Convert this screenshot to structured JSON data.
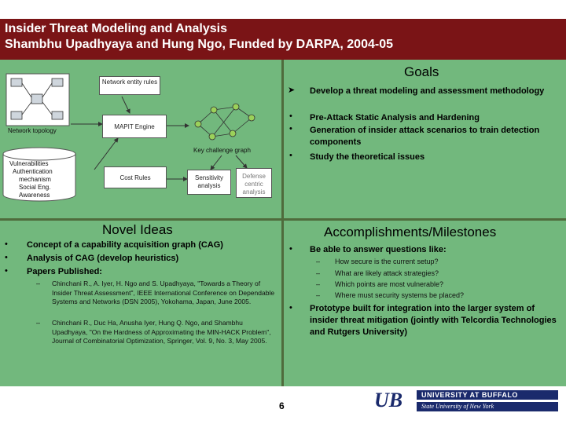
{
  "title": {
    "line1": "Insider Threat Modeling and Analysis",
    "line2": "Shambhu Upadhyaya and Hung Ngo, Funded by DARPA, 2004-05"
  },
  "diagram": {
    "network_entity_rules": "Network entity rules",
    "network_topology": "Network topology",
    "mapit_engine": "MAPIT Engine",
    "key_challenge_graph": "Key challenge graph",
    "vulnerabilities": [
      "Vulnerabilities",
      "Authentication",
      "mechanism",
      "Social Eng.",
      "Awareness"
    ],
    "cost_rules": "Cost Rules",
    "sensitivity_analysis": "Sensitivity analysis",
    "defense_centric_analysis": "Defense centric analysis"
  },
  "goals": {
    "heading": "Goals",
    "items": [
      "Develop a threat modeling and assessment methodology",
      "Pre-Attack Static Analysis and Hardening",
      "Generation of insider attack scenarios to train detection components",
      "Study the theoretical issues"
    ]
  },
  "novel_ideas": {
    "heading": "Novel Ideas",
    "items": [
      "Concept of a capability acquisition graph (CAG)",
      "Analysis of CAG (develop heuristics)",
      "Papers Published:"
    ],
    "papers": [
      "Chinchani R., A. Iyer, H. Ngo and S. Upadhyaya, \"Towards a Theory of Insider Threat Assessment\", IEEE International Conference on Dependable Systems and Networks (DSN 2005), Yokohama, Japan, June 2005.",
      "Chinchani R., Duc Ha, Anusha Iyer, Hung Q. Ngo, and Shambhu Upadhyaya, \"On the Hardness of Approximating the MIN-HACK Problem\", Journal of Combinatorial Optimization, Springer, Vol. 9, No. 3, May 2005."
    ]
  },
  "accomplishments": {
    "heading": "Accomplishments/Milestones",
    "item1": "Be able to answer questions like:",
    "questions": [
      "How secure is the current setup?",
      "What are likely attack strategies?",
      "Which points are most vulnerable?",
      "Where must security systems be placed?"
    ],
    "item2": "Prototype built for integration into the larger system of insider threat mitigation (jointly with Telcordia Technologies and Rutgers University)"
  },
  "page_number": "6",
  "logo": {
    "monogram": "UB",
    "line1": "UNIVERSITY AT BUFFALO",
    "line2": "State University of New York"
  },
  "colors": {
    "title_bar": "#7a1416",
    "panel_green": "#72b87d",
    "divider": "#4f6b3c",
    "logo_blue": "#1a2a6c"
  }
}
